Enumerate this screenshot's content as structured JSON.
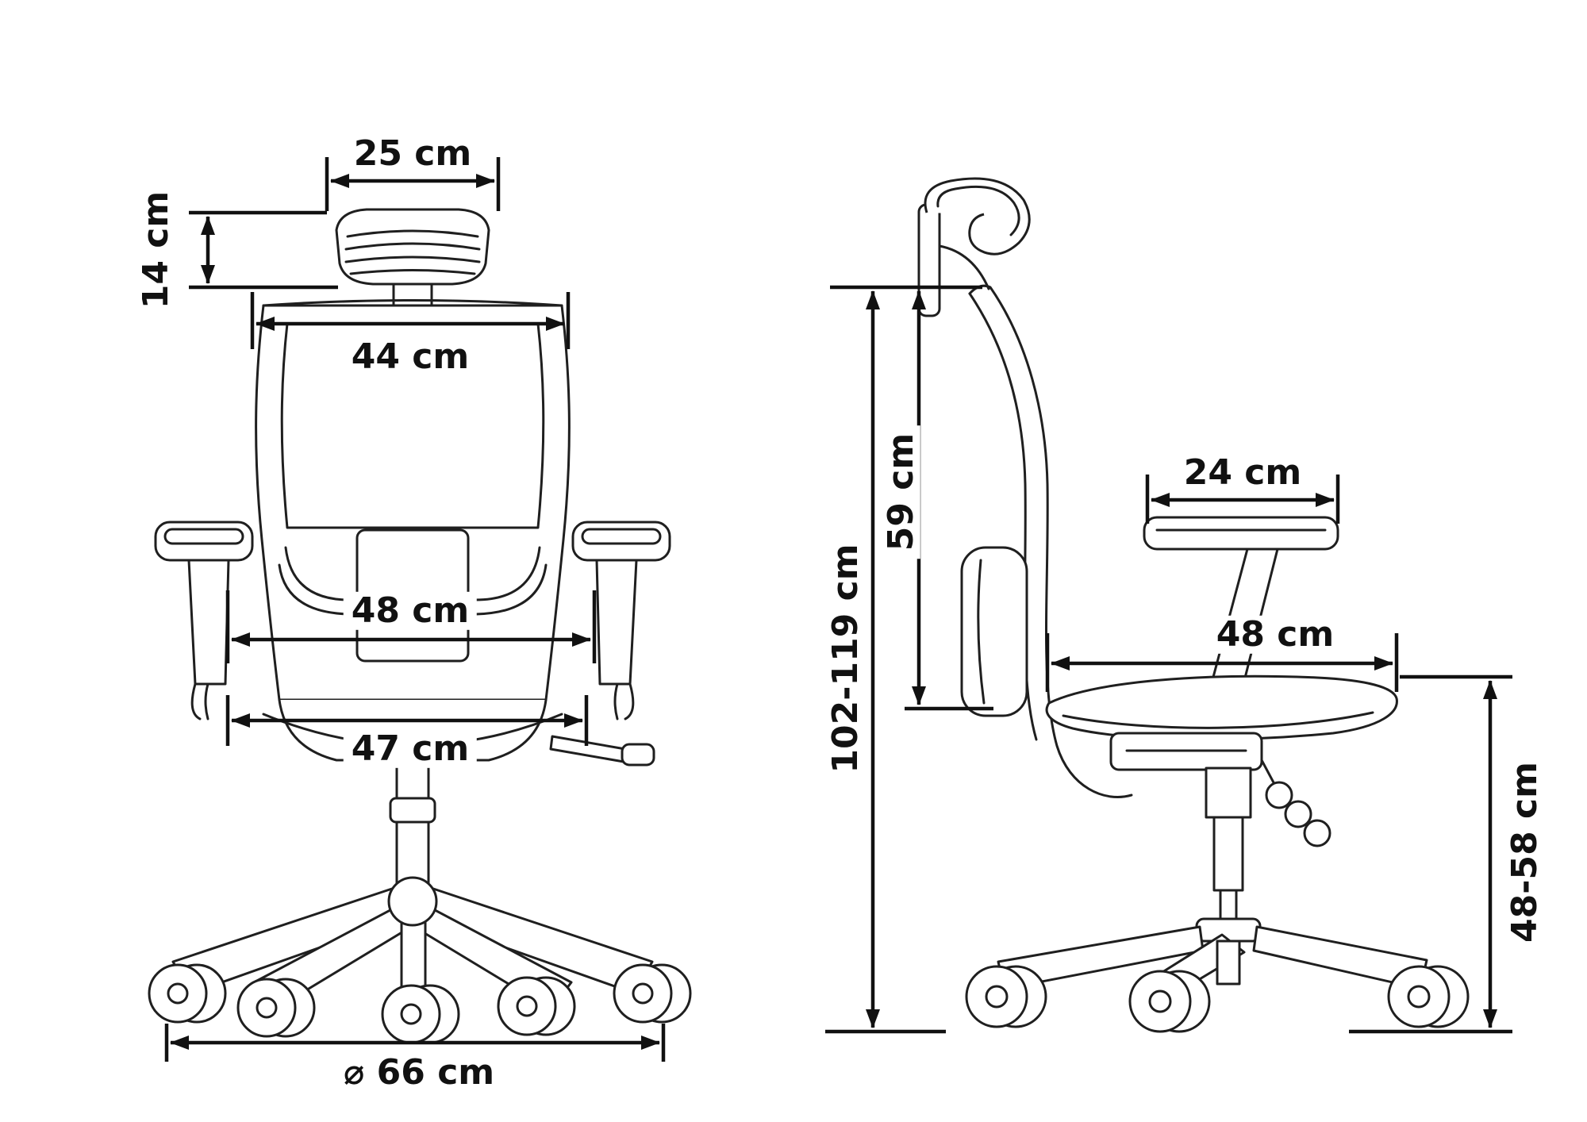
{
  "diagram": {
    "front_view": {
      "headrest_width": "25 cm",
      "headrest_height": "14 cm",
      "backrest_width": "44 cm",
      "backrest_lower_width": "48 cm",
      "seat_width": "47 cm",
      "base_diameter": "⌀ 66 cm"
    },
    "side_view": {
      "overall_height": "102-119 cm",
      "backrest_height": "59 cm",
      "armrest_length": "24 cm",
      "seat_depth": "48 cm",
      "seat_height": "48-58 cm"
    }
  }
}
